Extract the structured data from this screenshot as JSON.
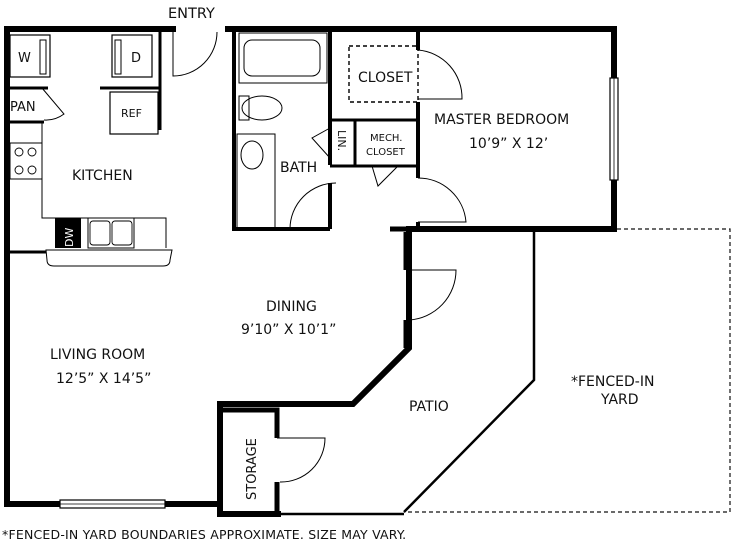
{
  "title": "Floor plan",
  "colors": {
    "wall": "#000000",
    "fixture": "#222222",
    "background": "#ffffff"
  },
  "labels": {
    "entry": "ENTRY",
    "washer": "W",
    "dryer": "D",
    "pantry": "PAN",
    "refrigerator": "REF",
    "kitchen": "KITCHEN",
    "dishwasher": "DW",
    "closet": "CLOSET",
    "linen": "LIN.",
    "mech_closet_line1": "MECH.",
    "mech_closet_line2": "CLOSET",
    "bath": "BATH",
    "master_bedroom": "MASTER BEDROOM",
    "master_bedroom_size": "10’9” X 12’",
    "dining": "DINING",
    "dining_size": "9’10” X 10’1”",
    "living_room": "LIVING ROOM",
    "living_room_size": "12’5” X 14’5”",
    "patio": "PATIO",
    "storage": "STORAGE",
    "yard_line1": "*FENCED-IN",
    "yard_line2": "YARD"
  },
  "footnote": "*FENCED-IN YARD BOUNDARIES APPROXIMATE. SIZE MAY VARY."
}
